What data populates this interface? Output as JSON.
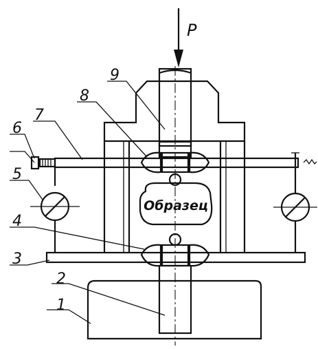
{
  "load_label": "P",
  "specimen_label": "Образец",
  "part_labels": [
    "1",
    "2",
    "3",
    "4",
    "5",
    "6",
    "7",
    "8",
    "9"
  ]
}
